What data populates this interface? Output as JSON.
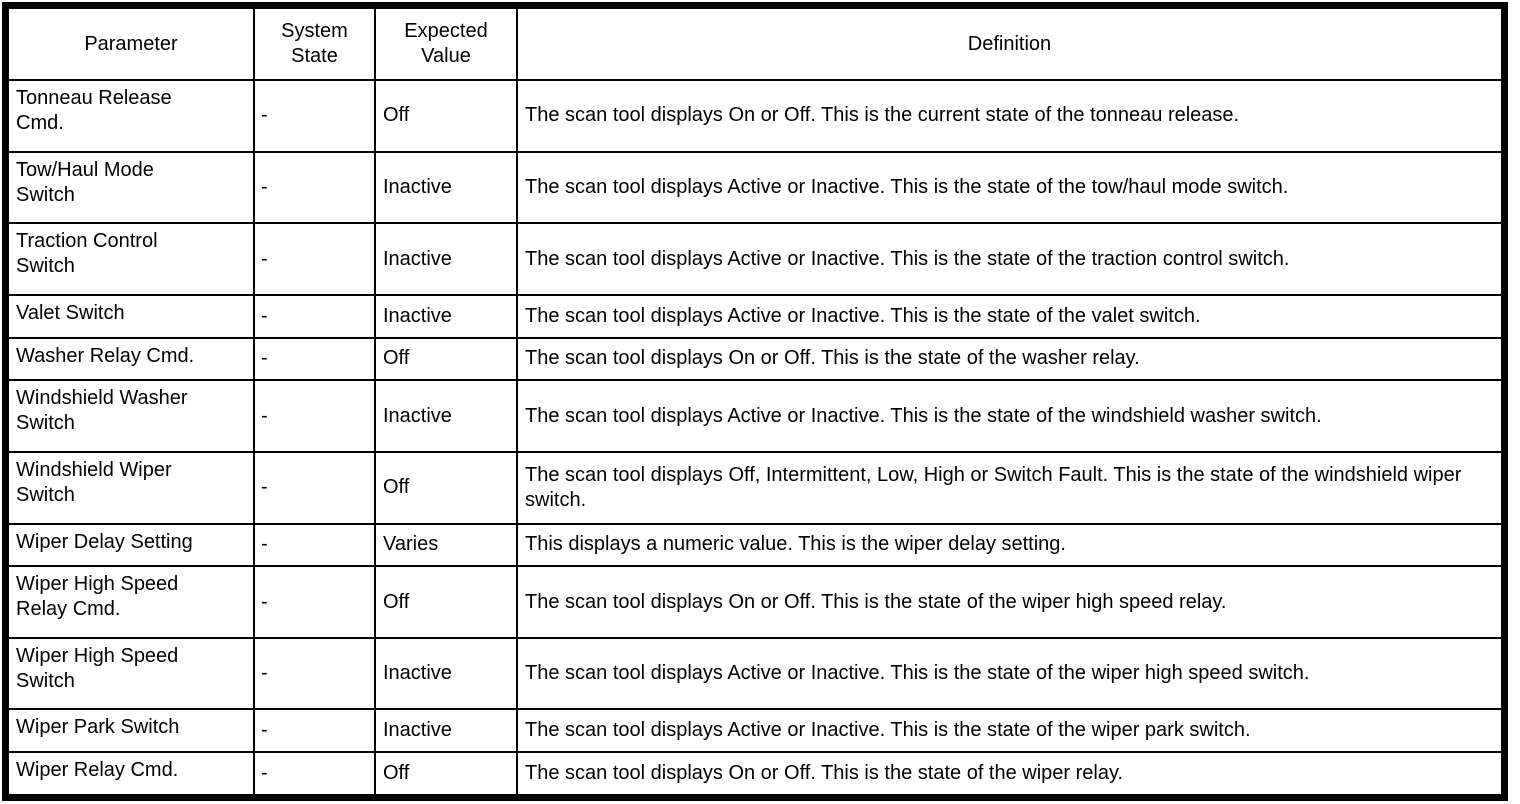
{
  "table": {
    "columns": [
      {
        "key": "parameter",
        "label": "Parameter"
      },
      {
        "key": "system_state",
        "label": "System\nState"
      },
      {
        "key": "expected_value",
        "label": "Expected\nValue"
      },
      {
        "key": "definition",
        "label": "Definition"
      }
    ],
    "rows": [
      {
        "parameter": "Tonneau Release\nCmd.",
        "system_state": "-",
        "expected_value": "Off",
        "definition": "The scan tool displays On or Off. This is the current state of the tonneau release."
      },
      {
        "parameter": "Tow/Haul Mode\nSwitch",
        "system_state": "-",
        "expected_value": "Inactive",
        "definition": "The scan tool displays Active or Inactive. This is the state of the tow/haul mode switch."
      },
      {
        "parameter": "Traction Control\nSwitch",
        "system_state": "-",
        "expected_value": "Inactive",
        "definition": "The scan tool displays Active or Inactive. This is the state of the traction control switch."
      },
      {
        "parameter": "Valet Switch",
        "system_state": "-",
        "expected_value": "Inactive",
        "definition": "The scan tool displays Active or Inactive. This is the state of the valet switch."
      },
      {
        "parameter": "Washer Relay Cmd.",
        "system_state": "-",
        "expected_value": "Off",
        "definition": "The scan tool displays On or Off. This is the state of the washer relay."
      },
      {
        "parameter": "Windshield Washer\nSwitch",
        "system_state": "-",
        "expected_value": "Inactive",
        "definition": "The scan tool displays Active or Inactive. This is the state of the windshield washer switch."
      },
      {
        "parameter": "Windshield Wiper\nSwitch",
        "system_state": "-",
        "expected_value": "Off",
        "definition": "The scan tool displays Off, Intermittent, Low, High or Switch Fault. This is the state of the windshield wiper switch."
      },
      {
        "parameter": "Wiper Delay Setting",
        "system_state": "-",
        "expected_value": "Varies",
        "definition": "This displays a numeric value. This is the wiper delay setting."
      },
      {
        "parameter": "Wiper High Speed\nRelay Cmd.",
        "system_state": "-",
        "expected_value": "Off",
        "definition": "The scan tool displays On or Off. This is the state of the wiper high speed relay."
      },
      {
        "parameter": "Wiper High Speed\nSwitch",
        "system_state": "-",
        "expected_value": "Inactive",
        "definition": "The scan tool displays Active or Inactive. This is the state of the wiper high speed switch."
      },
      {
        "parameter": "Wiper Park Switch",
        "system_state": "-",
        "expected_value": "Inactive",
        "definition": "The scan tool displays Active or Inactive. This is the state of the wiper park switch."
      },
      {
        "parameter": "Wiper Relay Cmd.",
        "system_state": "-",
        "expected_value": "Off",
        "definition": "The scan tool displays On or Off. This is the state of the wiper relay."
      }
    ]
  },
  "style": {
    "text_color": "#000000",
    "background_color": "#FFFFFF",
    "border_color": "#000000"
  }
}
